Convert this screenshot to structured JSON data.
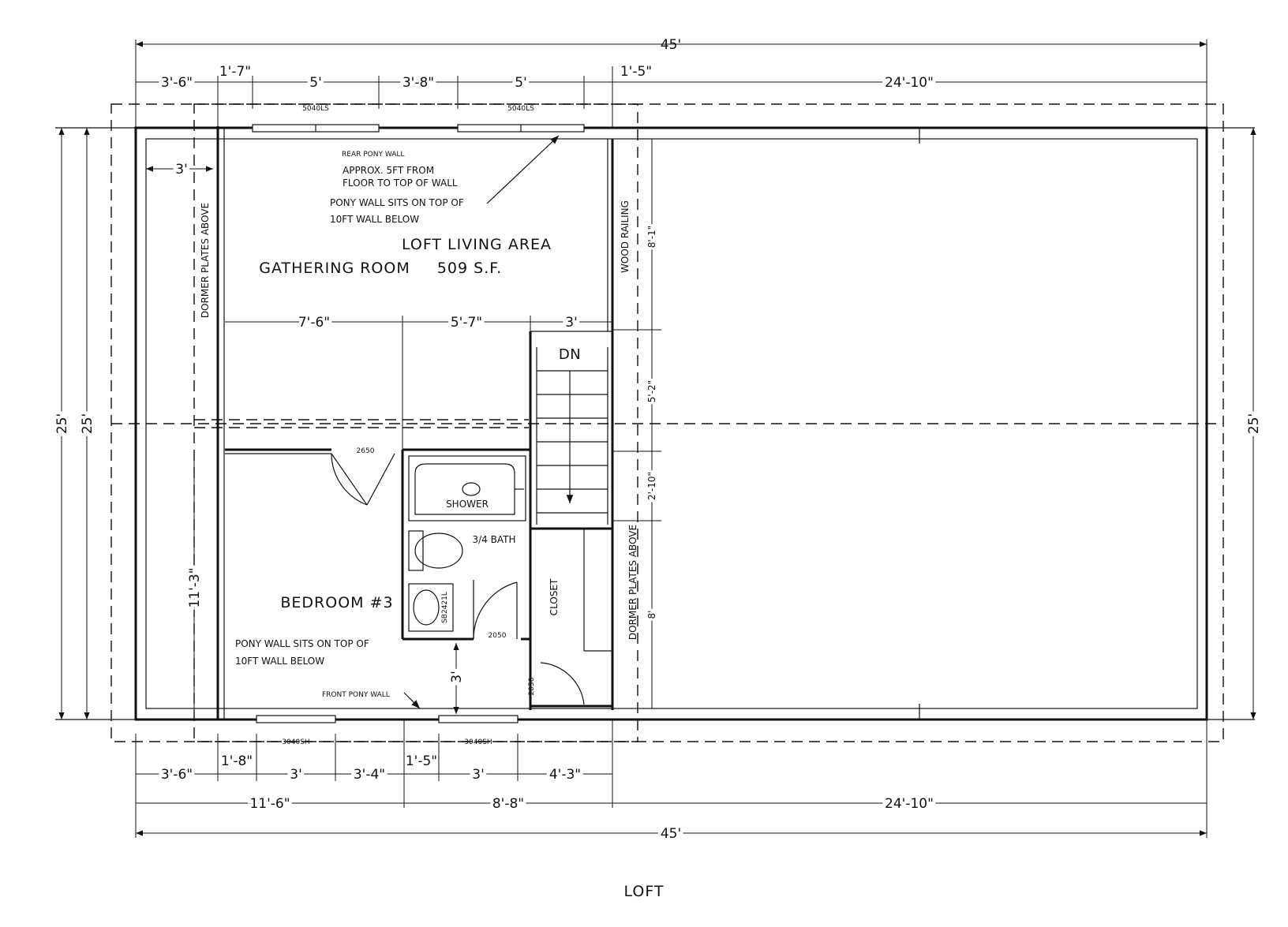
{
  "plan": {
    "title": "LOFT",
    "rooms": {
      "loft_living_area": "LOFT LIVING AREA",
      "gathering_room": "GATHERING ROOM",
      "gathering_room_area": "509 S.F.",
      "bedroom": "BEDROOM #3",
      "bath": "3/4 BATH",
      "shower": "SHOWER",
      "closet": "CLOSET",
      "stair_down": "DN"
    },
    "notes": {
      "rear_pony_wall": "REAR PONY WALL",
      "rear_note_line1": "APPROX. 5FT FROM",
      "rear_note_line2": "FLOOR TO TOP OF WALL",
      "pony_sits_1_line1": "PONY WALL SITS ON TOP OF",
      "pony_sits_1_line2": "10FT WALL BELOW",
      "pony_sits_2_line1": "PONY WALL SITS ON TOP OF",
      "pony_sits_2_line2": "10FT WALL BELOW",
      "front_pony_wall": "FRONT PONY WALL",
      "dormer_left": "DORMER PLATES ABOVE",
      "dormer_right": "DORMER PLATES ABOVE",
      "wood_railing": "WOOD RAILING"
    },
    "tags": {
      "win_rear_1": "5040LS",
      "win_rear_2": "5040LS",
      "win_front_1": "3040SH",
      "win_front_2": "3040SH",
      "door_bedroom": "2650",
      "door_bath": "2050",
      "door_closet": "2050",
      "sink": "SB2421L"
    },
    "dims_top": {
      "overall": "45'",
      "d1": "3'-6\"",
      "d2": "1'-7\"",
      "d3": "5'",
      "d4": "3'-8\"",
      "d5": "5'",
      "d6": "1'-5\"",
      "d7": "24'-10\""
    },
    "dims_bottom": {
      "d1": "3'-6\"",
      "d2": "1'-8\"",
      "d3": "3'",
      "d4": "3'-4\"",
      "d5": "1'-5\"",
      "d6": "3'",
      "d7": "4'-3\"",
      "mid1": "11'-6\"",
      "mid2": "8'-8\"",
      "mid3": "24'-10\"",
      "overall": "45'"
    },
    "dims_side": {
      "left_outer": "25'",
      "left_inner": "25'",
      "right": "25'",
      "right_a": "8'-1\"",
      "right_b": "5'-2\"",
      "right_c": "2'-10\"",
      "right_d": "8'"
    },
    "dims_interior": {
      "d1": "7'-6\"",
      "d2": "5'-7\"",
      "d3": "3'",
      "left_clear": "3'",
      "bedroom_h": "11'-3\"",
      "bath_gap": "3'"
    }
  }
}
